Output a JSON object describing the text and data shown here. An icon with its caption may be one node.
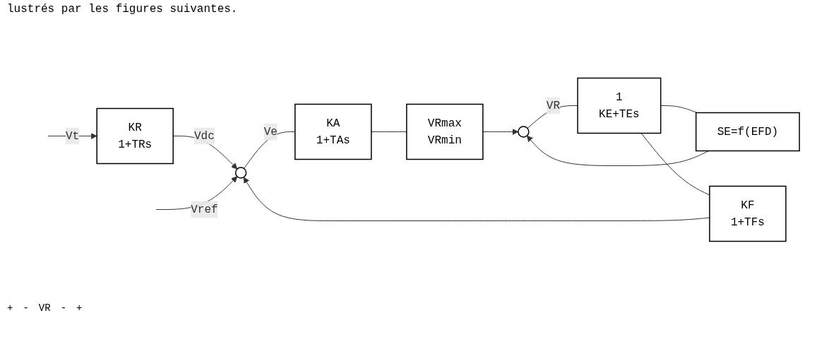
{
  "diagram": {
    "nodes": [
      {
        "text": [
          "KR",
          "1+TRs"
        ]
      },
      {
        "text": [],
        "shape": "circle"
      },
      {
        "text": [
          "KA",
          "1+TAs"
        ]
      },
      {
        "text": [
          "VRmax",
          "VRmin"
        ]
      },
      {
        "text": [],
        "shape": "circle"
      },
      {
        "text": [
          "1",
          "KE+TEs"
        ]
      },
      {
        "text": [
          "SE=f(EFD)"
        ]
      },
      {
        "text": [
          "KF",
          "1+TFs"
        ]
      }
    ],
    "edges": [
      {
        "from": null,
        "to": 0,
        "arrow": "to",
        "label": "Vt"
      },
      {
        "from": 0,
        "to": 1,
        "arrow": "to",
        "label": "Vdc"
      },
      {
        "from": null,
        "to": 1,
        "arrow": "to",
        "label": "Vref"
      },
      {
        "from": 1,
        "to": 2,
        "arrow": "none",
        "label": "Ve"
      },
      {
        "from": 2,
        "to": 3,
        "arrow": "none"
      },
      {
        "from": 3,
        "to": 4,
        "arrow": "to"
      },
      {
        "from": 4,
        "to": 5,
        "arrow": "none",
        "label": "VR"
      },
      {
        "from": 5,
        "to": 6,
        "arrow": "none"
      },
      {
        "from": 6,
        "to": 4,
        "arrow": "to"
      },
      {
        "from": 5,
        "to": 7,
        "arrow": "none"
      },
      {
        "from": 7,
        "to": 1,
        "arrow": "to"
      }
    ],
    "labels": [
      "lustrés par les figures suivantes.",
      "+",
      "-",
      "VR",
      "-",
      "+"
    ]
  }
}
